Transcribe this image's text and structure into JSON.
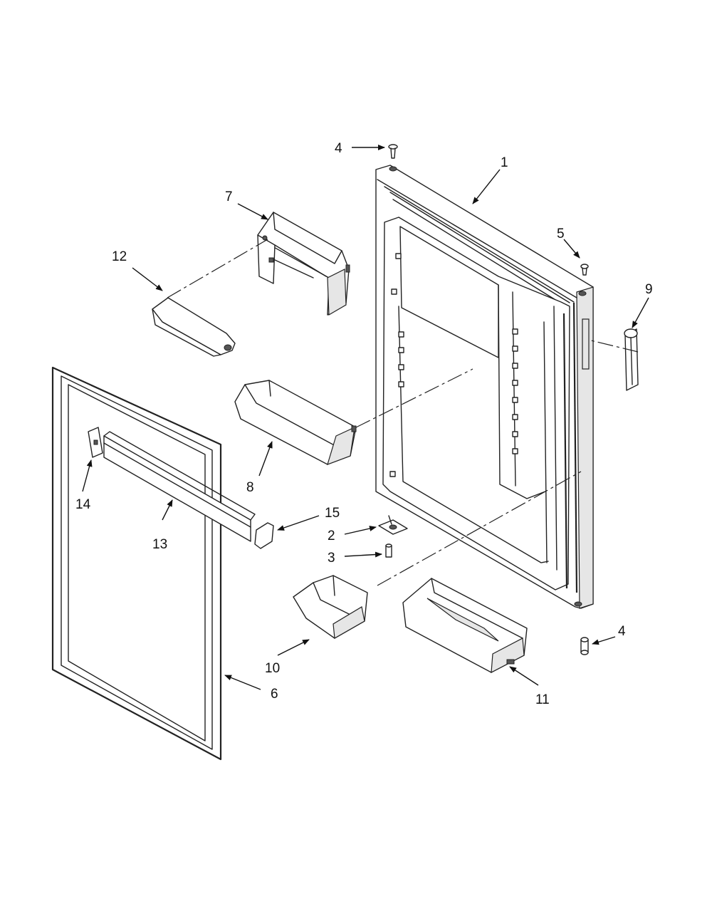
{
  "callouts": {
    "c1": "1",
    "c2": "2",
    "c3": "3",
    "c4_top": "4",
    "c4_bottom": "4",
    "c5": "5",
    "c6": "6",
    "c7": "7",
    "c8": "8",
    "c9": "9",
    "c10": "10",
    "c11": "11",
    "c12": "12",
    "c13": "13",
    "c14": "14",
    "c15": "15"
  }
}
